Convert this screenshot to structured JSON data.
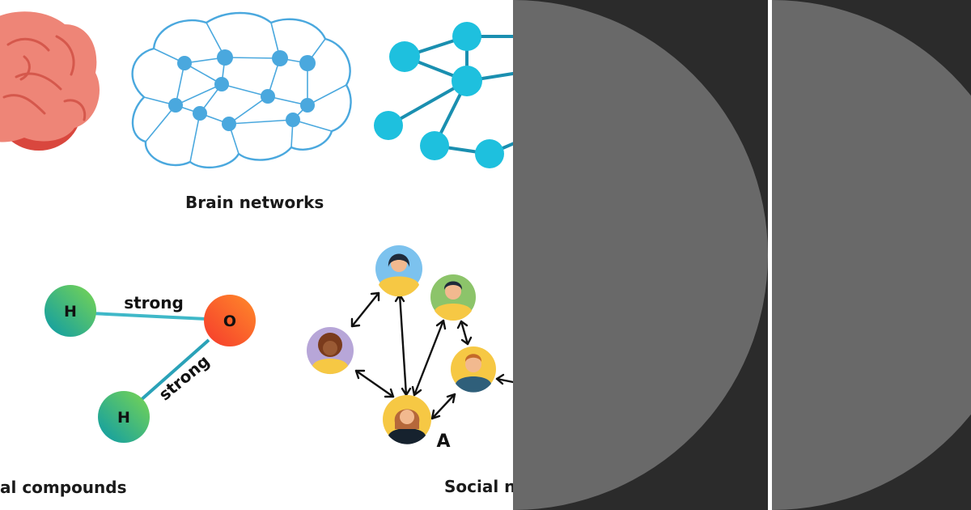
{
  "captions": {
    "brain": "Brain networks",
    "chem": "al compounds",
    "social": "Social n"
  },
  "molecule": {
    "h_top": "H",
    "oxygen": "O",
    "h_bottom": "H",
    "bond_top": "strong",
    "bond_bottom": "strong"
  },
  "social_graph": {
    "node_label": "A"
  },
  "colors": {
    "brain_outline": "#4aa8de",
    "graph_node": "#1ec0de",
    "graph_edge": "#1a8fb0",
    "bond": "#3fb8c8",
    "panel_bg": "#2b2b2b",
    "disc": "#696969"
  }
}
